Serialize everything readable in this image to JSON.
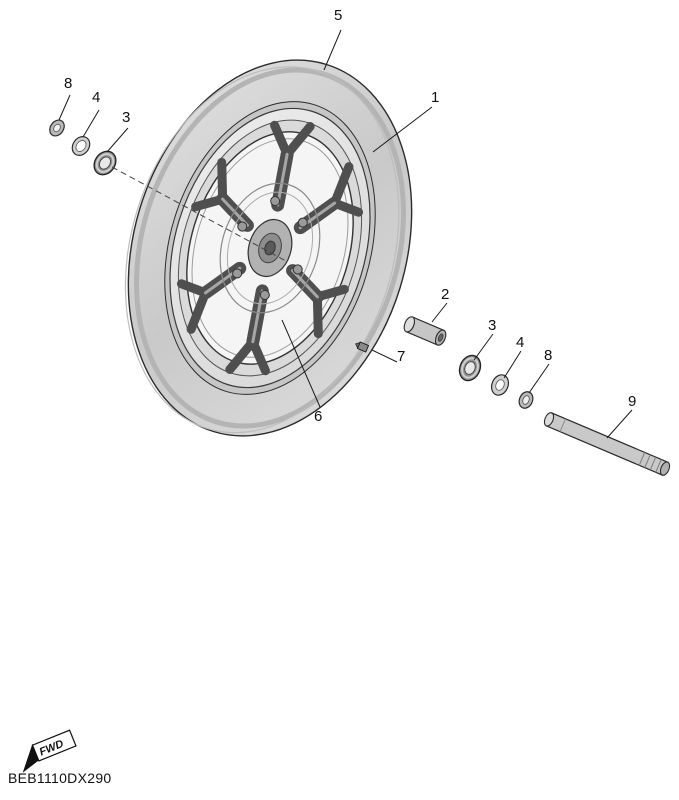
{
  "diagram_code": "BEB1110DX290",
  "fwd_label": "FWD",
  "callouts": [
    {
      "part": "tire",
      "label": "5"
    },
    {
      "part": "collar-left",
      "label": "8"
    },
    {
      "part": "seal-left",
      "label": "4"
    },
    {
      "part": "bearing-left",
      "label": "3"
    },
    {
      "part": "wheel",
      "label": "1"
    },
    {
      "part": "spacer",
      "label": "2"
    },
    {
      "part": "bearing-right",
      "label": "3"
    },
    {
      "part": "seal-right",
      "label": "4"
    },
    {
      "part": "collar-right",
      "label": "8"
    },
    {
      "part": "axle-shaft",
      "label": "9"
    },
    {
      "part": "valve",
      "label": "7"
    },
    {
      "part": "hub-fitting",
      "label": "6"
    }
  ]
}
